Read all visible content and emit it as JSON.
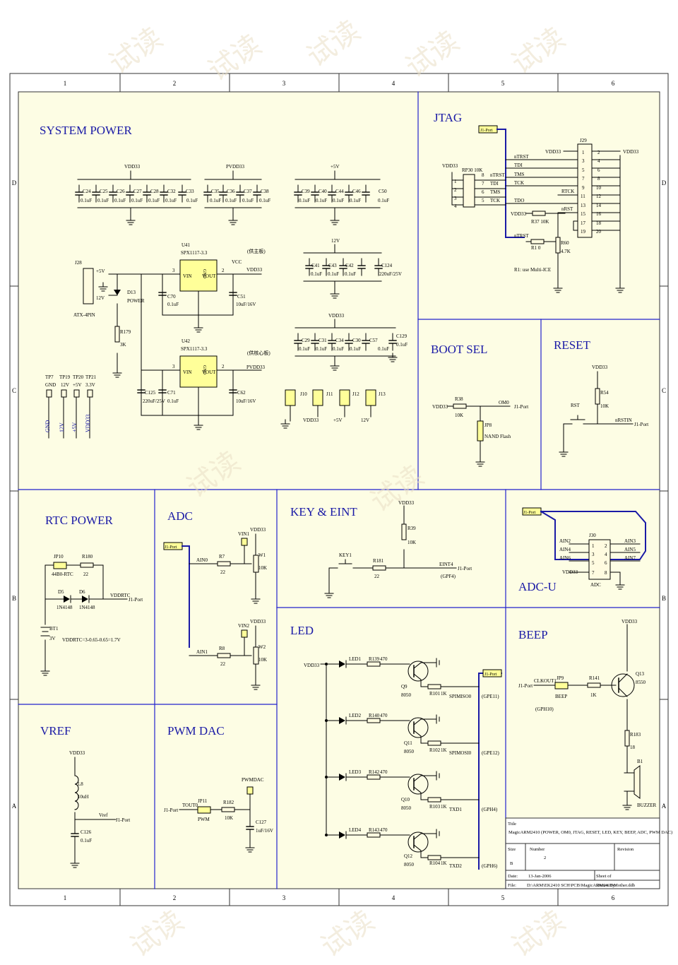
{
  "watermark": "试读",
  "border": {
    "cols": [
      "1",
      "2",
      "3",
      "4",
      "5",
      "6"
    ],
    "rows": [
      "D",
      "C",
      "B",
      "A"
    ]
  },
  "sections": {
    "system_power": "SYSTEM POWER",
    "jtag": "JTAG",
    "boot_sel": "BOOT SEL",
    "reset": "RESET",
    "rtc_power": "RTC POWER",
    "adc": "ADC",
    "key_eint": "KEY & EINT",
    "adc_u": "ADC-U",
    "led": "LED",
    "beep": "BEEP",
    "vref": "VREF",
    "pwm_dac": "PWM DAC"
  },
  "power": {
    "vdd33": "VDD33",
    "pvdd33": "PVDD33",
    "p5v": "+5V",
    "p12v": "12V",
    "vcc": "VCC",
    "bank1_caps": [
      "C24",
      "C25",
      "C26",
      "C27",
      "C28",
      "C32",
      "C33"
    ],
    "bank2_caps": [
      "C35",
      "C36",
      "C37",
      "C38"
    ],
    "bank3_caps": [
      "C39",
      "C40",
      "C44",
      "C46",
      "C50"
    ],
    "bank4_caps": [
      "C41",
      "C43",
      "C42",
      "C124"
    ],
    "bank5_caps": [
      "C29",
      "C31",
      "C34",
      "C30",
      "C57",
      "C129"
    ],
    "cap_val": "0.1uF",
    "cap_big": "220uF/25V",
    "u41": "U41",
    "u42": "U42",
    "reg_part": "SPX1117-3.3",
    "vin": "VIN",
    "vout": "VOUT",
    "gnd": "GND",
    "u41_note": "(供主板)",
    "u42_note": "(供核心板)",
    "c70": "C70",
    "c51": "C51",
    "c125": "C125",
    "c71": "C71",
    "c62": "C62",
    "cap_10uf": "10uF/16V",
    "j28": "J28",
    "j28_part": "ATX-4PIN",
    "d13": "D13",
    "d13_label": "POWER",
    "r179": "R179",
    "r179_val": "3K",
    "pin3": "3",
    "pin2": "2",
    "tps": [
      "TP7",
      "TP19",
      "TP20",
      "TP21"
    ],
    "tp_labels": [
      "GND",
      "12V",
      "+5V",
      "3.3V"
    ],
    "tp_nets": [
      "GND",
      "12V",
      "+5V",
      "VDD33"
    ],
    "jumpers": [
      "J10",
      "J11",
      "J12",
      "J13"
    ],
    "jumper_nets": [
      "VDD33",
      "+5V",
      "12V"
    ]
  },
  "jtag": {
    "port": "J1-Port",
    "j29": "J29",
    "left_pins": [
      "1",
      "3",
      "5",
      "7",
      "9",
      "11",
      "13",
      "15",
      "17",
      "19"
    ],
    "right_pins": [
      "2",
      "4",
      "6",
      "8",
      "10",
      "12",
      "14",
      "16",
      "18",
      "20"
    ],
    "nets": [
      "nTRST",
      "TDI",
      "TMS",
      "TCK",
      "RTCK",
      "TDO",
      "nRST"
    ],
    "rp30": "RP30 10K",
    "r37": "R37 10K",
    "r1": "R1 0",
    "r60": "R60",
    "r60_val": "4.7K",
    "note": "R1: use Multi-ICE",
    "vdd": "VDD33"
  },
  "boot": {
    "r38": "R38",
    "r38_val": "10K",
    "om0": "OM0",
    "jp8": "JP8",
    "nand": "NAND Flash",
    "port": "J1-Port",
    "vdd": "VDD33"
  },
  "reset": {
    "r54": "R54",
    "r54_val": "10K",
    "rst": "RST",
    "nrstin": "nRSTIN",
    "port": "J1-Port",
    "vdd": "VDD33"
  },
  "rtc": {
    "jp10": "JP10",
    "jp10_part": "44B0-RTC",
    "r180": "R180",
    "r180_val": "22",
    "d5": "D5",
    "d6": "D6",
    "diode": "1N4148",
    "net": "VDDRTC",
    "port": "J1-Port",
    "bt1": "BT1",
    "bt1_val": "3V",
    "formula": "VDDRTC=3-0.65-0.65=1.7V"
  },
  "adc": {
    "port": "J1-Port",
    "ain0": "AIN0",
    "ain1": "AIN1",
    "r7": "R7",
    "r8": "R8",
    "r_val": "22",
    "vin1": "VIN1",
    "vin2": "VIN2",
    "w1": "W1",
    "w2": "W2",
    "pot_val": "10K",
    "vdd": "VDD33"
  },
  "key": {
    "key1": "KEY1",
    "r181": "R181",
    "r181_val": "22",
    "r39": "R39",
    "r39_val": "10K",
    "eint4": "EINT4",
    "gpf4": "(GPF4)",
    "port": "J1-Port",
    "vdd": "VDD33"
  },
  "adcu": {
    "port": "J1-Port",
    "j30": "J30",
    "left": [
      "AIN2",
      "AIN4",
      "AIN6",
      "VDD33"
    ],
    "right": [
      "AIN3",
      "AIN5",
      "AIN7"
    ],
    "pins_l": [
      "1",
      "3",
      "5",
      "7"
    ],
    "pins_r": [
      "2",
      "4",
      "6",
      "8"
    ],
    "part": "ADC"
  },
  "led": {
    "vdd": "VDD33",
    "port": "J1-Port",
    "rows": [
      {
        "led": "LED1",
        "r": "R139",
        "q": "Q9",
        "rb": "R101",
        "net": "SPIMISO0",
        "gp": "(GPE11)"
      },
      {
        "led": "LED2",
        "r": "R140",
        "q": "Q11",
        "rb": "R102",
        "net": "SPIMOSI0",
        "gp": "(GPE12)"
      },
      {
        "led": "LED3",
        "r": "R142",
        "q": "Q10",
        "rb": "R103",
        "net": "TXD1",
        "gp": "(GPH4)"
      },
      {
        "led": "LED4",
        "r": "R143",
        "q": "Q12",
        "rb": "R104",
        "net": "TXD2",
        "gp": "(GPH6)"
      }
    ],
    "r_val": "470",
    "rb_val": "1K",
    "q_part": "8050"
  },
  "beep": {
    "port": "J1-Port",
    "clkout1": "CLKOUT1",
    "gph10": "(GPH10)",
    "jp9": "JP9",
    "jp9_part": "BEEP",
    "r141": "R141",
    "r141_val": "1K",
    "q13": "Q13",
    "q13_part": "8550",
    "r183": "R183",
    "r183_val": "18",
    "b1": "B1",
    "buzzer": "BUZZER",
    "vdd": "VDD33"
  },
  "vref": {
    "vdd": "VDD33",
    "l8": "L8",
    "l8_val": "10uH",
    "c126": "C126",
    "c126_val": "0.1uF",
    "net": "Vref",
    "port": "J1-Port"
  },
  "pwm": {
    "port": "J1-Port",
    "tout0": "TOUT0",
    "jp11": "JP11",
    "jp11_part": "PWM",
    "r182": "R182",
    "r182_val": "10K",
    "pwmdac": "PWMDAC",
    "c127": "C127",
    "c127_val": "1uF/16V"
  },
  "title_block": {
    "title_label": "Title",
    "title": "MagicARM2410 (POWER, OM0, JTAG, RESET, LED, KEY, BEEP, ADC, PWM DAC)",
    "size_label": "Size",
    "size": "B",
    "number_label": "Number",
    "number": "2",
    "revision_label": "Revision",
    "date_label": "Date:",
    "date": "13-Jan-2006",
    "sheet_label": "Sheet   of",
    "file_label": "File:",
    "file": "D:\\ARM\\EK2410 SCH\\PCB\\MagicARM2410\\Mother.ddb",
    "drawn_label": "Drawn By:"
  }
}
